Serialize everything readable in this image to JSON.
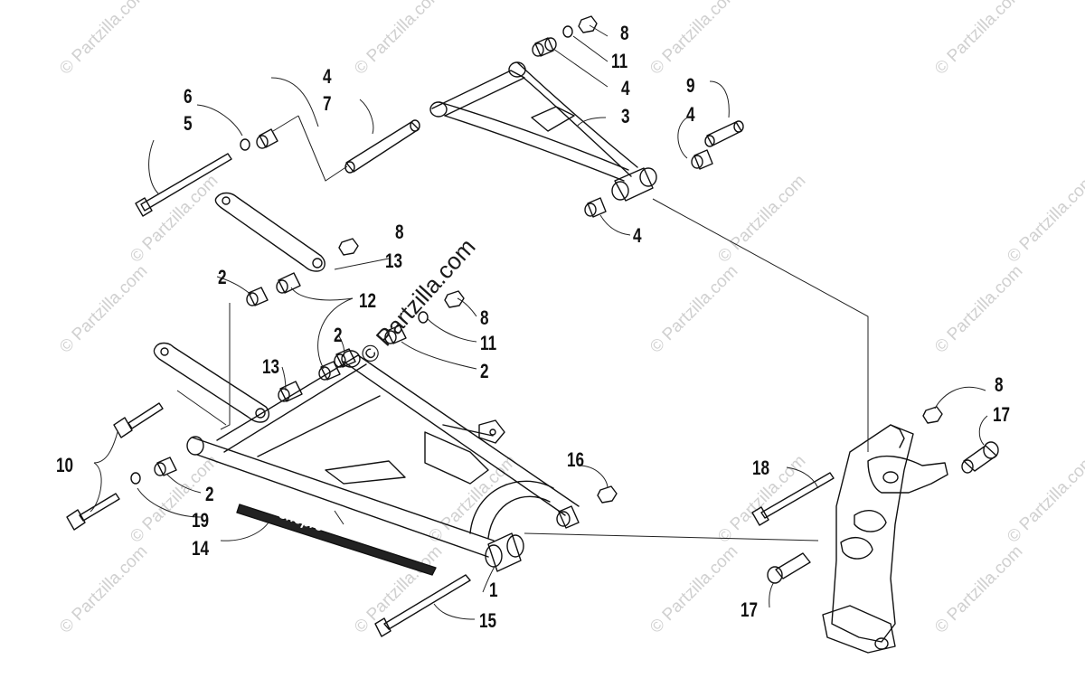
{
  "watermark": {
    "text": "© Partzilla.com",
    "main_text": "© Partzilla.com"
  },
  "emblem": {
    "text": "snopro"
  },
  "callouts": [
    {
      "id": "c1",
      "label": "1"
    },
    {
      "id": "c2a",
      "label": "2"
    },
    {
      "id": "c2b",
      "label": "2"
    },
    {
      "id": "c2c",
      "label": "2"
    },
    {
      "id": "c2d",
      "label": "2"
    },
    {
      "id": "c3",
      "label": "3"
    },
    {
      "id": "c4a",
      "label": "4"
    },
    {
      "id": "c4b",
      "label": "4"
    },
    {
      "id": "c4c",
      "label": "4"
    },
    {
      "id": "c4d",
      "label": "4"
    },
    {
      "id": "c5",
      "label": "5"
    },
    {
      "id": "c6",
      "label": "6"
    },
    {
      "id": "c7",
      "label": "7"
    },
    {
      "id": "c8a",
      "label": "8"
    },
    {
      "id": "c8b",
      "label": "8"
    },
    {
      "id": "c8c",
      "label": "8"
    },
    {
      "id": "c8d",
      "label": "8"
    },
    {
      "id": "c9",
      "label": "9"
    },
    {
      "id": "c10",
      "label": "10"
    },
    {
      "id": "c11a",
      "label": "11"
    },
    {
      "id": "c11b",
      "label": "11"
    },
    {
      "id": "c12",
      "label": "12"
    },
    {
      "id": "c13a",
      "label": "13"
    },
    {
      "id": "c13b",
      "label": "13"
    },
    {
      "id": "c14",
      "label": "14"
    },
    {
      "id": "c15",
      "label": "15"
    },
    {
      "id": "c16",
      "label": "16"
    },
    {
      "id": "c17a",
      "label": "17"
    },
    {
      "id": "c17b",
      "label": "17"
    },
    {
      "id": "c18",
      "label": "18"
    },
    {
      "id": "c19",
      "label": "19"
    }
  ]
}
